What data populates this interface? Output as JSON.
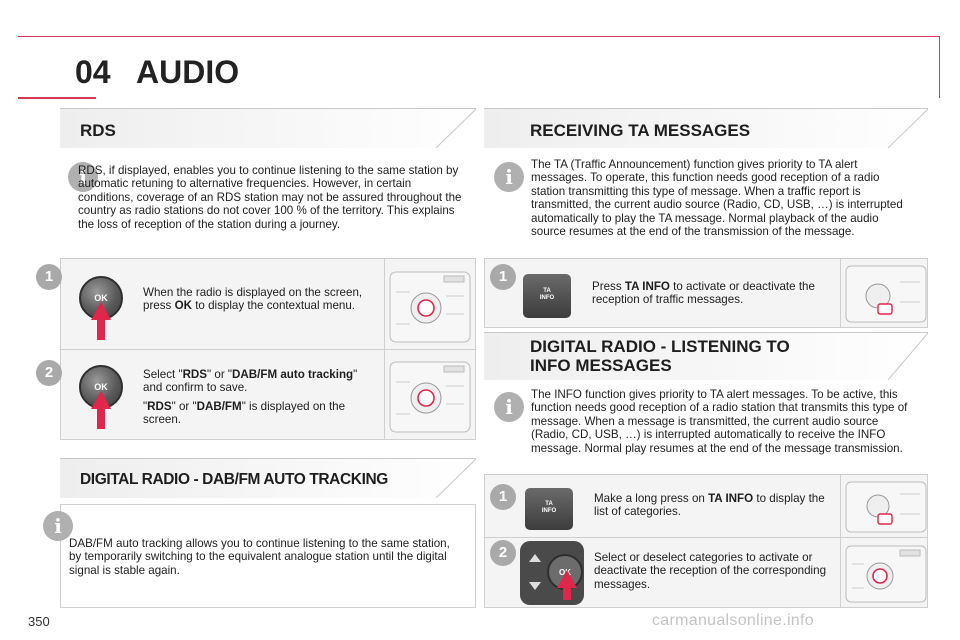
{
  "chapter": {
    "number": "04",
    "title": "AUDIO"
  },
  "page_number": "350",
  "watermark": "carmanualsonline.info",
  "ok_label": "OK",
  "ta_label": "TA\nINFO",
  "rds": {
    "title": "RDS",
    "info": "RDS, if displayed, enables you to continue listening to the same station by automatic retuning to alternative frequencies. However, in certain conditions, coverage of an RDS station may not be assured throughout the country as radio stations do not cover 100 % of the territory. This explains the loss of reception of the station during a journey.",
    "step1": {
      "n": "1",
      "pre": "When the radio is displayed on the screen, press ",
      "bold": "OK",
      "post": " to display the contextual menu."
    },
    "step2": {
      "n": "2",
      "a1": "Select \"",
      "b1": "RDS",
      "a2": "\" or \"",
      "b2": "DAB/FM auto tracking",
      "a3": "\" and confirm to save.",
      "c1": "\"",
      "d1": "RDS",
      "c2": "\" or \"",
      "d2": "DAB/FM",
      "c3": "\" is displayed on the screen."
    }
  },
  "dab": {
    "title": "DIGITAL RADIO - DAB/FM AUTO TRACKING",
    "info": "DAB/FM auto tracking allows you to continue listening to the same station, by temporarily switching to the equivalent analogue station until the digital signal is stable again."
  },
  "ta": {
    "title": "RECEIVING TA MESSAGES",
    "info": "The TA (Traffic Announcement) function gives priority to TA alert messages. To operate, this function needs good reception of a radio station transmitting this type of message. When a traffic report is transmitted, the current audio source (Radio, CD, USB, …) is interrupted automatically to play the TA message. Normal playback of the audio source resumes at the end of the transmission of the message.",
    "step1": {
      "n": "1",
      "pre": "Press ",
      "bold": "TA INFO",
      "post": " to activate or deactivate the reception of traffic messages."
    }
  },
  "digital": {
    "title_line1": "DIGITAL RADIO - LISTENING TO",
    "title_line2": "INFO MESSAGES",
    "info": "The INFO function gives priority to TA alert messages. To be active, this function needs good reception of a radio station that transmits this type of message. When a message is transmitted, the current audio source (Radio, CD, USB, …) is interrupted automatically to receive the INFO message. Normal play resumes at the end of the message transmission.",
    "step1": {
      "n": "1",
      "pre": "Make a long press on ",
      "bold": "TA INFO",
      "post": " to display the list of categories."
    },
    "step2": {
      "n": "2",
      "text": "Select or deselect categories to activate or deactivate the reception of the corresponding messages."
    }
  },
  "colors": {
    "accent": "#d23a55",
    "arrow": "#e0264a",
    "badge": "#a9a9a9"
  }
}
